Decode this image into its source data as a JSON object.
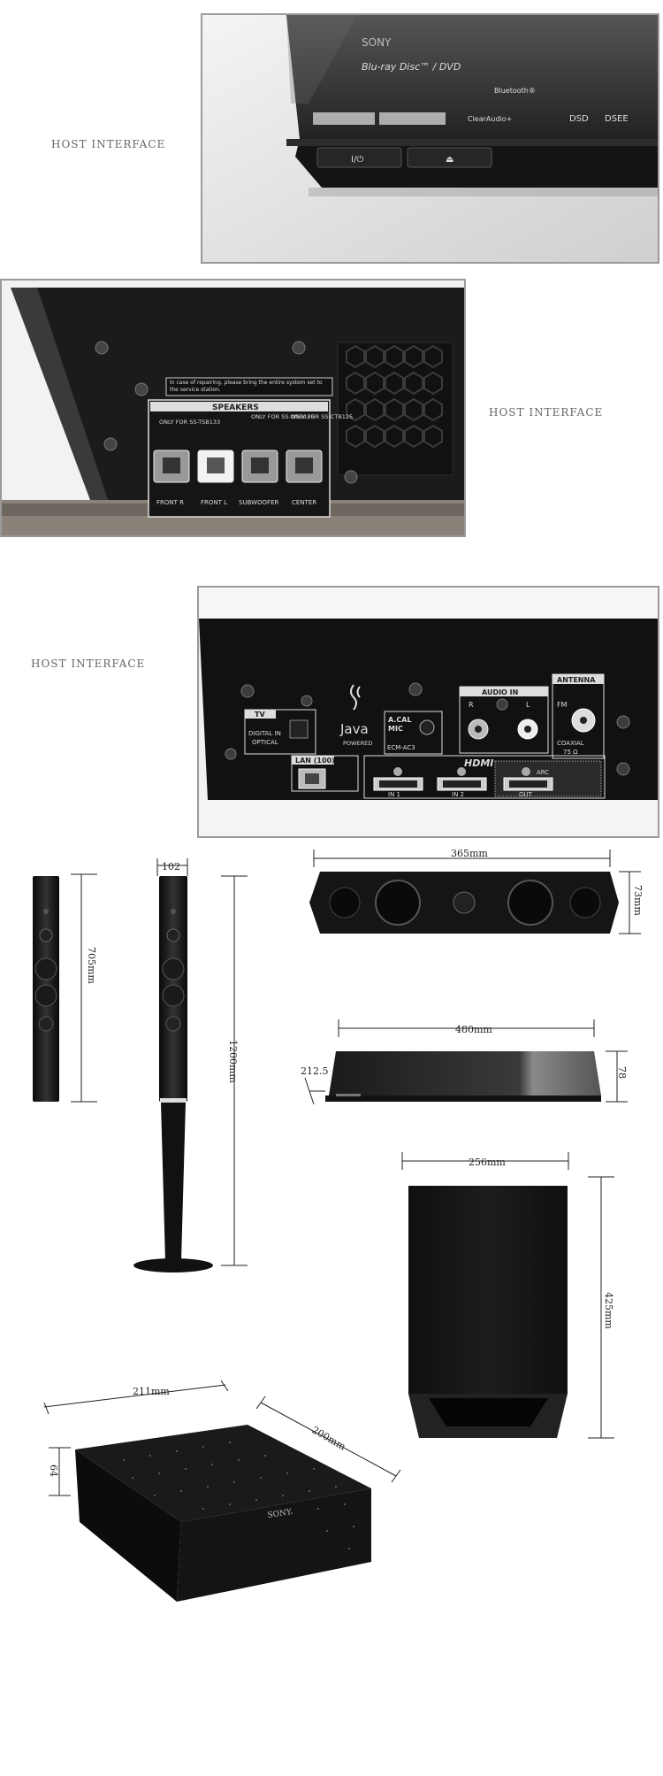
{
  "section_labels": {
    "photo1": "HOST INTERFACE",
    "photo2": "HOST INTERFACE",
    "photo3": "HOST INTERFACE"
  },
  "photo1": {
    "brand": "SONY",
    "power_button": "I/⏻",
    "eject_button": "⏏",
    "panel_text": "Blu-ray Disc™ / DVD",
    "bluetooth": "Bluetooth®",
    "clear_audio": "ClearAudio+",
    "dsd": "DSD",
    "dsee": "DSEE"
  },
  "photo2": {
    "repair_note": "In case of repairing, please bring the entire system set to the service station.",
    "speakers_title": "SPEAKERS",
    "only_tsb": "ONLY FOR SS-TSB133",
    "only_wsb": "ONLY FOR SS-WSB125",
    "only_ctb": "ONLY FOR SS-CTB125",
    "ports": [
      "FRONT R",
      "FRONT L",
      "SUBWOOFER",
      "CENTER"
    ]
  },
  "photo3": {
    "tv": "TV",
    "digital_in": "DIGITAL IN",
    "optical": "OPTICAL",
    "java": "Java",
    "powered": "POWERED",
    "acal": "A.CAL",
    "mic": "MIC",
    "ecm": "ECM-AC3",
    "audio_in": "AUDIO IN",
    "r": "R",
    "l": "L",
    "antenna": "ANTENNA",
    "fm": "FM",
    "coaxial": "COAXIAL",
    "ohm": "75 Ω",
    "lan": "LAN (100)",
    "hdmi": "HDMI",
    "in1": "IN 1",
    "in2": "IN 2",
    "out": "OUT",
    "arc": "ARC"
  },
  "dimensions": {
    "tall_speaker_width": "102",
    "small_speaker_height": "705mm",
    "tall_speaker_height": "1200mm",
    "center_speaker_width": "365mm",
    "center_speaker_height": "73mm",
    "player_width": "480mm",
    "player_depth": "212.5",
    "player_height": "78",
    "subwoofer_width": "256mm",
    "subwoofer_height": "425mm",
    "box_width": "211mm",
    "box_depth": "200mm",
    "box_height": "64",
    "box_brand": "SONY"
  }
}
